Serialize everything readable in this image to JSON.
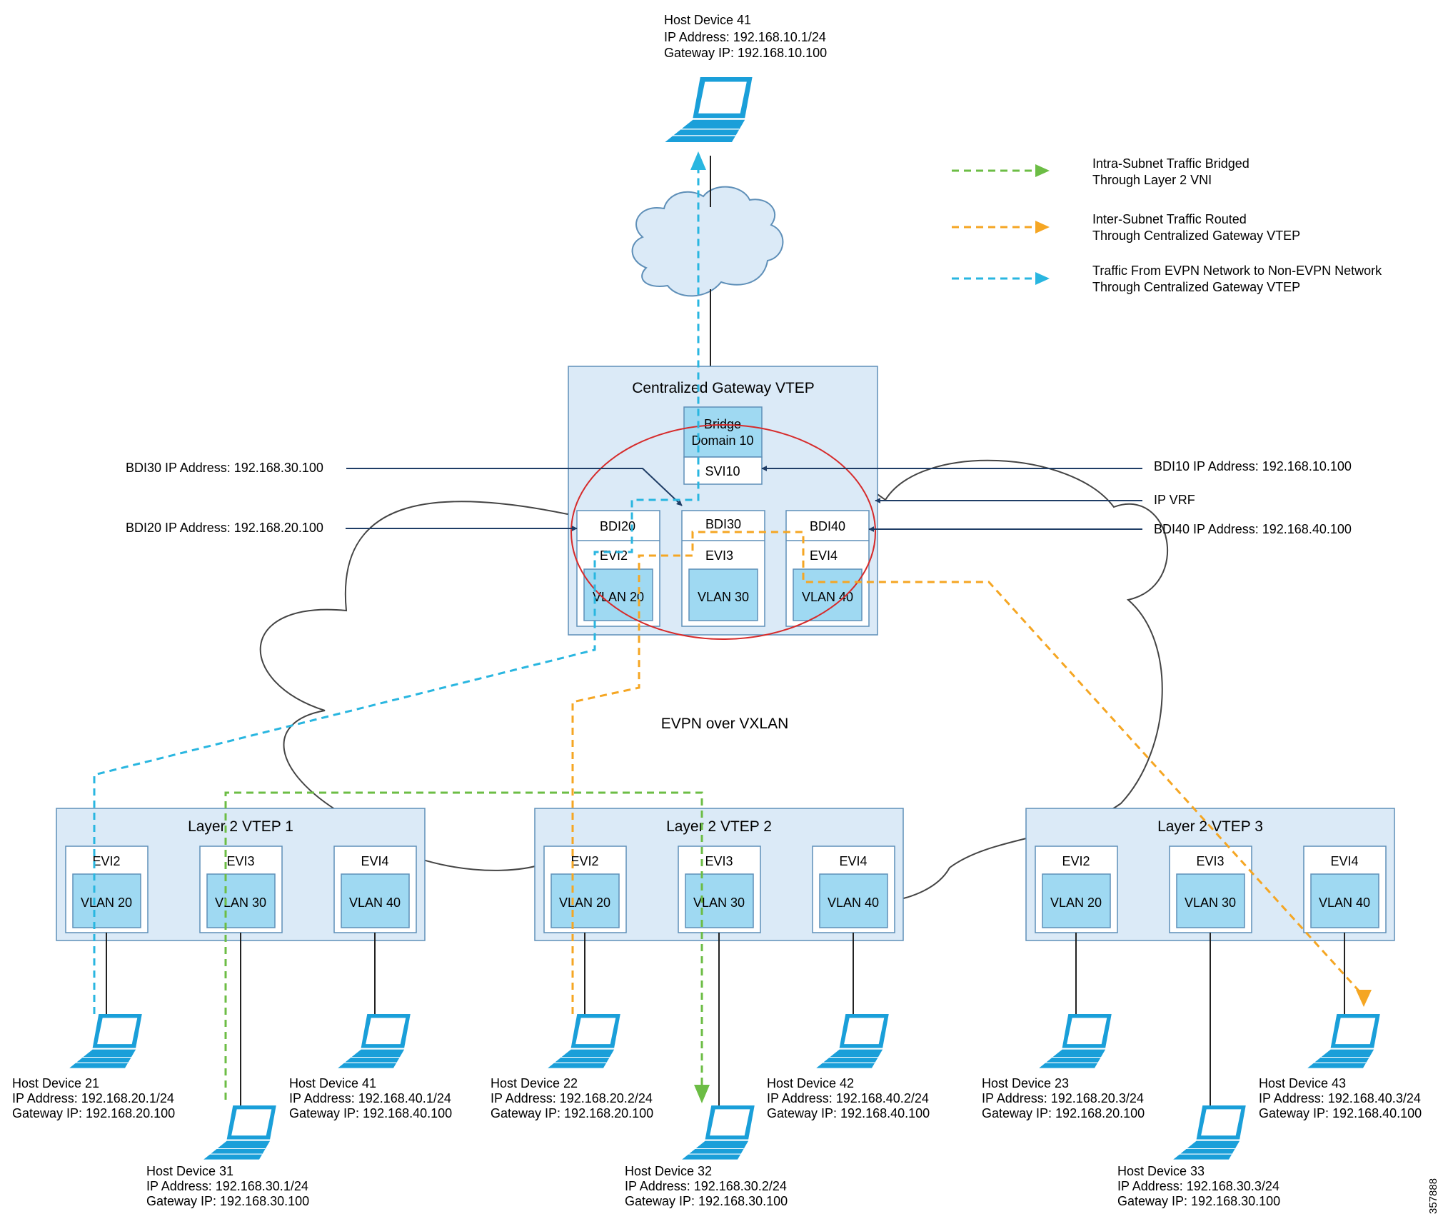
{
  "top_host": {
    "name": "Host Device 41",
    "ip": "IP Address: 192.168.10.1/24",
    "gw": "Gateway IP: 192.168.10.100"
  },
  "legend": [
    {
      "line1": "Intra-Subnet Traffic Bridged",
      "line2": "Through Layer 2 VNI",
      "color": "#6cbd45"
    },
    {
      "line1": "Inter-Subnet Traffic Routed",
      "line2": "Through Centralized Gateway VTEP",
      "color": "#f5a623"
    },
    {
      "line1": "Traffic From EVPN Network to Non-EVPN Network",
      "line2": "Through Centralized Gateway VTEP",
      "color": "#29b6e0"
    }
  ],
  "gateway": {
    "title": "Centralized Gateway VTEP",
    "bridge_domain": [
      "Bridge",
      "Domain 10"
    ],
    "svi": "SVI10",
    "bdi": [
      "BDI20",
      "BDI30",
      "BDI40"
    ],
    "evi": [
      "EVI2",
      "EVI3",
      "EVI4"
    ],
    "vlan": [
      "VLAN 20",
      "VLAN 30",
      "VLAN 40"
    ]
  },
  "callouts": {
    "bdi30": "BDI30 IP Address: 192.168.30.100",
    "bdi20": "BDI20 IP Address: 192.168.20.100",
    "bdi10": "BDI10 IP Address: 192.168.10.100",
    "ipvrf": "IP VRF",
    "bdi40": "BDI40 IP Address: 192.168.40.100"
  },
  "evpn_label": "EVPN over VXLAN",
  "vteps": [
    {
      "title": "Layer 2 VTEP 1",
      "evi": [
        "EVI2",
        "EVI3",
        "EVI4"
      ],
      "vlan": [
        "VLAN 20",
        "VLAN 30",
        "VLAN 40"
      ]
    },
    {
      "title": "Layer 2 VTEP 2",
      "evi": [
        "EVI2",
        "EVI3",
        "EVI4"
      ],
      "vlan": [
        "VLAN 20",
        "VLAN 30",
        "VLAN 40"
      ]
    },
    {
      "title": "Layer 2 VTEP 3",
      "evi": [
        "EVI2",
        "EVI3",
        "EVI4"
      ],
      "vlan": [
        "VLAN 20",
        "VLAN 30",
        "VLAN 40"
      ]
    }
  ],
  "hosts": [
    {
      "name": "Host Device 21",
      "ip": "IP Address: 192.168.20.1/24",
      "gw": "Gateway IP: 192.168.20.100"
    },
    {
      "name": "Host Device 31",
      "ip": "IP Address: 192.168.30.1/24",
      "gw": "Gateway IP: 192.168.30.100"
    },
    {
      "name": "Host Device 41",
      "ip": "IP Address: 192.168.40.1/24",
      "gw": "Gateway IP: 192.168.40.100"
    },
    {
      "name": "Host Device 22",
      "ip": "IP Address: 192.168.20.2/24",
      "gw": "Gateway IP: 192.168.20.100"
    },
    {
      "name": "Host Device 32",
      "ip": "IP Address: 192.168.30.2/24",
      "gw": "Gateway IP: 192.168.30.100"
    },
    {
      "name": "Host Device 42",
      "ip": "IP Address: 192.168.40.2/24",
      "gw": "Gateway IP: 192.168.40.100"
    },
    {
      "name": "Host Device 23",
      "ip": "IP Address: 192.168.20.3/24",
      "gw": "Gateway IP: 192.168.20.100"
    },
    {
      "name": "Host Device 33",
      "ip": "IP Address: 192.168.30.3/24",
      "gw": "Gateway IP: 192.168.30.100"
    },
    {
      "name": "Host Device 43",
      "ip": "IP Address: 192.168.40.3/24",
      "gw": "Gateway IP: 192.168.40.100"
    }
  ],
  "figure_id": "357888"
}
